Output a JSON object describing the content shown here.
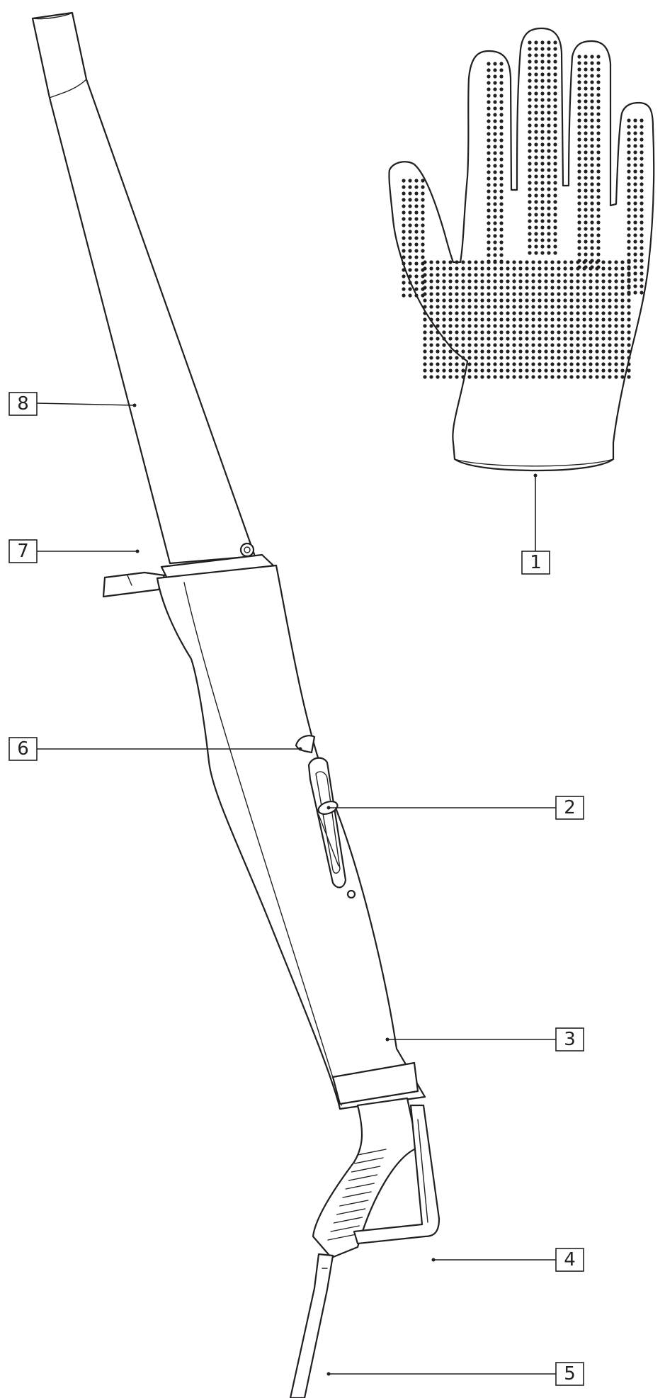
{
  "callouts": [
    {
      "id": "1",
      "text": "1"
    },
    {
      "id": "2",
      "text": "2"
    },
    {
      "id": "3",
      "text": "3"
    },
    {
      "id": "4",
      "text": "4"
    },
    {
      "id": "5",
      "text": "5"
    },
    {
      "id": "6",
      "text": "6"
    },
    {
      "id": "7",
      "text": "7"
    },
    {
      "id": "8",
      "text": "8"
    }
  ],
  "colors": {
    "line": "#231f20",
    "fill": "#ffffff"
  }
}
